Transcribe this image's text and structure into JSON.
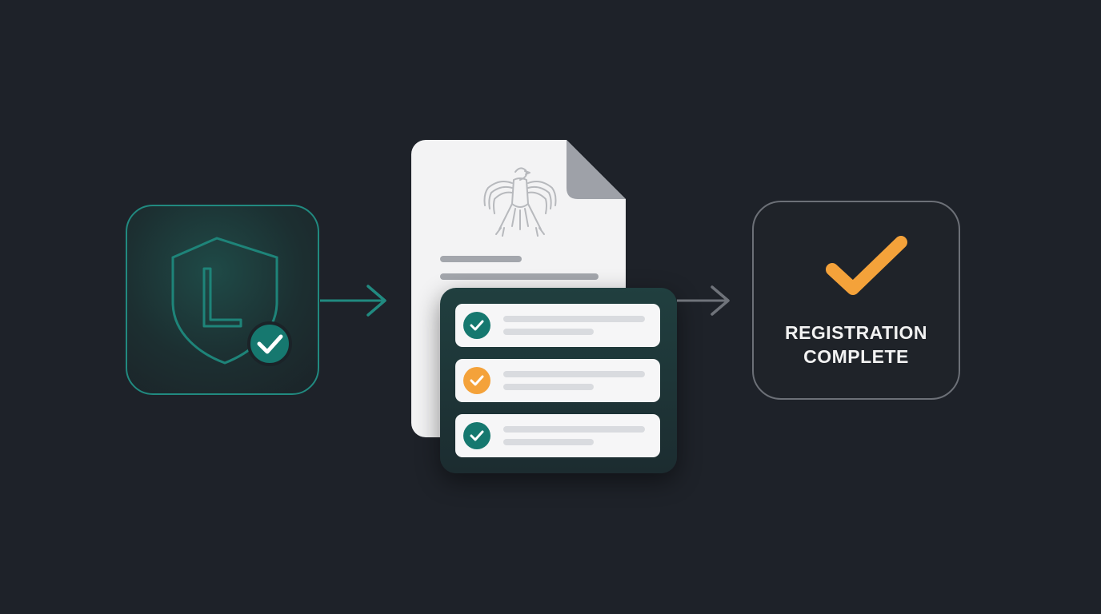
{
  "colors": {
    "background": "#1e2229",
    "teal": "#218a80",
    "teal_dark": "#16786f",
    "orange": "#f4a23a",
    "gray_border": "#6c7077",
    "paper": "#f3f3f4"
  },
  "steps": [
    {
      "icon": "shield-id-check-icon"
    },
    {
      "icon": "document-emblem-icon",
      "checklist": [
        {
          "status": "done",
          "color": "#16786f"
        },
        {
          "status": "pending",
          "color": "#f4a23a"
        },
        {
          "status": "done",
          "color": "#16786f"
        }
      ]
    },
    {
      "icon": "checkmark-icon",
      "title": "REGISTRATION\nCOMPLETE"
    }
  ]
}
